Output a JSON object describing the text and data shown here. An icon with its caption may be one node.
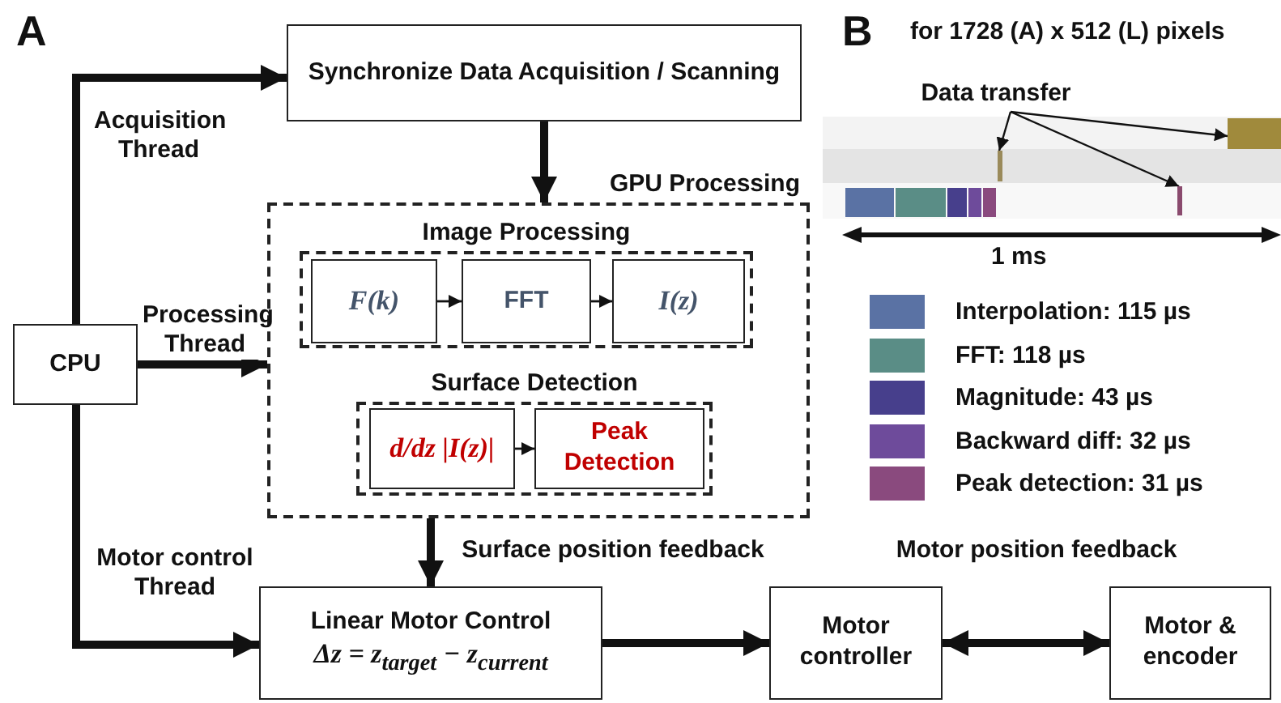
{
  "diagram": {
    "nodes": [
      {
        "text": [
          "Synchronize Data Acquisition / Scanning"
        ]
      },
      {
        "text": [
          "GPU Processing"
        ]
      },
      {
        "text": [
          "Image Processing"
        ],
        "in": 1
      },
      {
        "text": [
          "F(k)"
        ],
        "in": 2
      },
      {
        "text": [
          "FFT"
        ],
        "in": 2
      },
      {
        "text": [
          "I(z)"
        ],
        "in": 2
      },
      {
        "text": [
          "Surface Detection"
        ],
        "in": 1
      },
      {
        "text": [
          "d/dz |I(z)|"
        ],
        "in": 6
      },
      {
        "text": [
          "Peak Detection"
        ],
        "in": 6
      },
      {
        "text": [
          "CPU"
        ]
      },
      {
        "text": [
          "Linear Motor Control",
          "Δz = z$_{target}$ − z$_{current}$"
        ]
      },
      {
        "text": [
          "Motor controller"
        ]
      },
      {
        "text": [
          "Motor & encoder"
        ]
      },
      {
        "text": [
          "Data transfer"
        ]
      },
      {
        "text": [],
        "shape": "bar"
      },
      {
        "text": [],
        "shape": "bar"
      },
      {
        "text": [],
        "shape": "bar"
      }
    ],
    "edges": [
      {
        "from": 9,
        "to": 0,
        "arrow": "to",
        "label": "Acquisition Thread"
      },
      {
        "from": 9,
        "to": 1,
        "arrow": "to",
        "label": "Processing Thread"
      },
      {
        "from": 9,
        "to": 10,
        "arrow": "to",
        "label": "Motor control Thread"
      },
      {
        "from": 0,
        "to": 1,
        "arrow": "to"
      },
      {
        "from": 3,
        "to": 4,
        "arrow": "to"
      },
      {
        "from": 4,
        "to": 5,
        "arrow": "to"
      },
      {
        "from": 7,
        "to": 8,
        "arrow": "to"
      },
      {
        "from": 1,
        "to": 10,
        "arrow": "to",
        "label": "Surface position feedback"
      },
      {
        "from": 10,
        "to": 11,
        "arrow": "to"
      },
      {
        "from": 11,
        "to": 12,
        "arrow": "both",
        "label": "Motor position feedback"
      },
      {
        "from": 13,
        "to": 14,
        "arrow": "to"
      },
      {
        "from": 13,
        "to": 15,
        "arrow": "to"
      },
      {
        "from": 13,
        "to": 16,
        "arrow": "to"
      }
    ],
    "labels": [
      "A",
      "B",
      "for 1728 (A) x 512 (L) pixels",
      "1 ms"
    ],
    "legend": [
      {
        "text": "Interpolation: 115 µs",
        "color": "#5a72a4"
      },
      {
        "text": "FFT: 118 µs",
        "color": "#5a8d86"
      },
      {
        "text": "Magnitude: 43 µs",
        "color": "#473f8c"
      },
      {
        "text": "Backward diff: 32 µs",
        "color": "#6e4b9b"
      },
      {
        "text": "Peak detection: 31 µs",
        "color": "#8a4a7e"
      }
    ]
  }
}
